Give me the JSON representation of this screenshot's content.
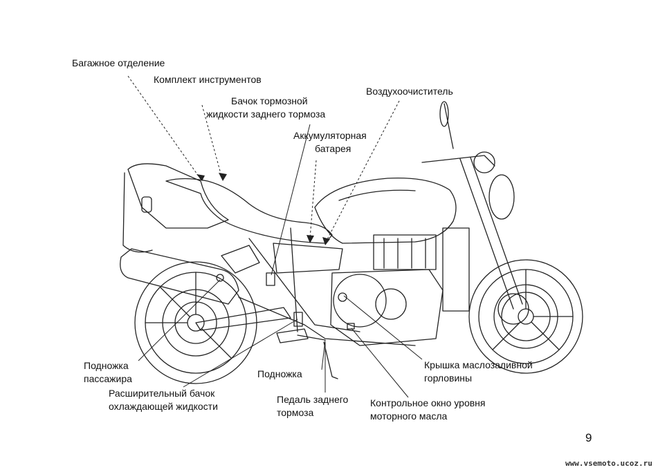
{
  "labels": {
    "luggage": "Багажное отделение",
    "toolkit": "Комплект инструментов",
    "rear_brake_reservoir_1": "Бачок тормозной",
    "rear_brake_reservoir_2": "жидкости заднего тормоза",
    "air_filter": "Воздухоочиститель",
    "battery_1": "Аккумуляторная",
    "battery_2": "батарея",
    "passenger_footpeg_1": "Подножка",
    "passenger_footpeg_2": "пассажира",
    "coolant_reserve_1": "Расширительный бачок",
    "coolant_reserve_2": "охлаждающей жидкости",
    "footpeg": "Подножка",
    "rear_brake_pedal_1": "Педаль заднего",
    "rear_brake_pedal_2": "тормоза",
    "oil_filler_cap_1": "Крышка маслозаливной",
    "oil_filler_cap_2": "горловины",
    "oil_inspection_window_1": "Контрольное окно уровня",
    "oil_inspection_window_2": "моторного масла"
  },
  "page_number": "9",
  "watermark": "www.vsemoto.ucoz.ru"
}
